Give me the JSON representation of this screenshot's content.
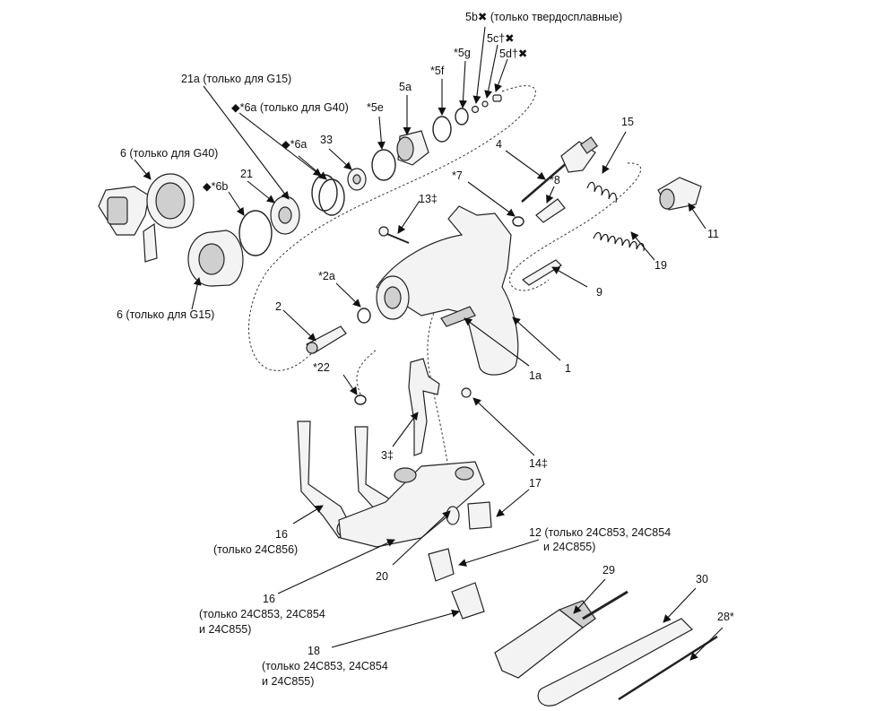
{
  "callouts": {
    "c5b": "5b✖ (только твердосплавные)",
    "c5c": "5c†✖",
    "c5d": "5d†✖",
    "c5g": "*5g",
    "c5f": "*5f",
    "c21a": "21a (только для G15)",
    "c5a": "5a",
    "c6a_g40": "◆*6a (только для G40)",
    "c5e": "*5e",
    "c6a": "◆*6a",
    "c33": "33",
    "c6_g40": "6 (только для G40)",
    "c21": "21",
    "c6b": "◆*6b",
    "c4": "4",
    "c15": "15",
    "c7": "*7",
    "c8": "*8",
    "c13": "13‡",
    "c11": "11",
    "c19": "19",
    "c2a": "*2a",
    "c6_g15": "6 (только для G15)",
    "c2": "2",
    "c9": "9",
    "c1a": "1a",
    "c1": "1",
    "c22": "*22",
    "c3": "3‡",
    "c14": "14‡",
    "c17": "17",
    "c12_l1": "12 (только 24C853, 24C854",
    "c12_l2": "и 24C855)",
    "c16a_l1": "16",
    "c16a_l2": "(только 24C856)",
    "c20": "20",
    "c29": "29",
    "c30": "30",
    "c28": "28*",
    "c16b_l1": "16",
    "c16b_l2": "(только 24C853, 24C854",
    "c16b_l3": "и 24C855)",
    "c18_l1": "18",
    "c18_l2": "(только 24C853, 24C854",
    "c18_l3": "и 24C855)"
  }
}
